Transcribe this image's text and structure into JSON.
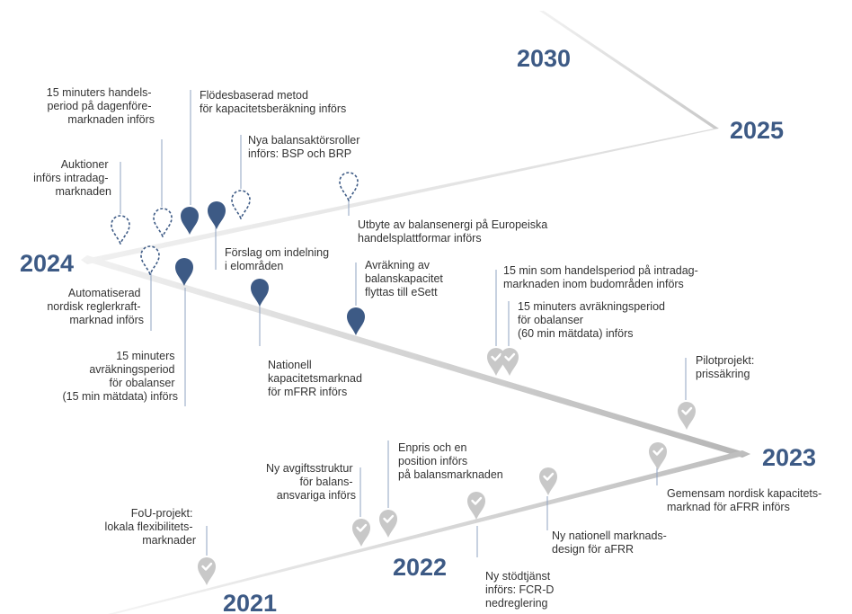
{
  "colors": {
    "navy": "#3d5a85",
    "grey_marker": "#c8c8c8",
    "line": "#cccccc",
    "text": "#333333"
  },
  "years": {
    "y2030": "2030",
    "y2025": "2025",
    "y2024": "2024",
    "y2023": "2023",
    "y2022": "2022",
    "y2021": "2021"
  },
  "milestones": {
    "m1": [
      "15 minuters handels-",
      "period på dagenföre-",
      "marknaden införs"
    ],
    "m2": [
      "Flödesbaserad metod",
      "för kapacitetsberäkning införs"
    ],
    "m3": [
      "Nya balansaktörsroller",
      "införs: BSP och BRP"
    ],
    "m4": [
      "Auktioner",
      "införs intradag-",
      "marknaden"
    ],
    "m5": [
      "Utbyte av balansenergi på Europeiska",
      "handelsplattformar införs"
    ],
    "m6": [
      "Förslag om indelning",
      "i elområden"
    ],
    "m7": [
      "Avräkning av",
      "balanskapacitet",
      "flyttas till eSett"
    ],
    "m8": [
      "Automatiserad",
      "nordisk reglerkraft-",
      "marknad införs"
    ],
    "m9": [
      "15 min som handelsperiod på intradag-",
      "marknaden inom budområden införs"
    ],
    "m10": [
      "15 minuters avräkningsperiod",
      "för obalanser",
      "(60 min mätdata) införs"
    ],
    "m11": [
      "15 minuters",
      "avräkningsperiod",
      "för obalanser",
      "(15 min mätdata) införs"
    ],
    "m12": [
      "Nationell",
      "kapacitetsmarknad",
      "för mFRR införs"
    ],
    "m13": [
      "Pilotprojekt:",
      "prissäkring"
    ],
    "m14": [
      "Enpris och en",
      "position införs",
      "på balansmarknaden"
    ],
    "m15": [
      "Ny avgiftsstruktur",
      "för balans-",
      "ansvariga införs"
    ],
    "m16": [
      "Gemensam nordisk kapacitets-",
      "marknad för aFRR införs"
    ],
    "m17": [
      "FoU-projekt:",
      "lokala flexibilitets-",
      "marknader"
    ],
    "m18": [
      "Ny nationell marknads-",
      "design för aFRR"
    ],
    "m19": [
      "Ny stödtjänst",
      "införs: FCR-D",
      "nedreglering"
    ]
  }
}
